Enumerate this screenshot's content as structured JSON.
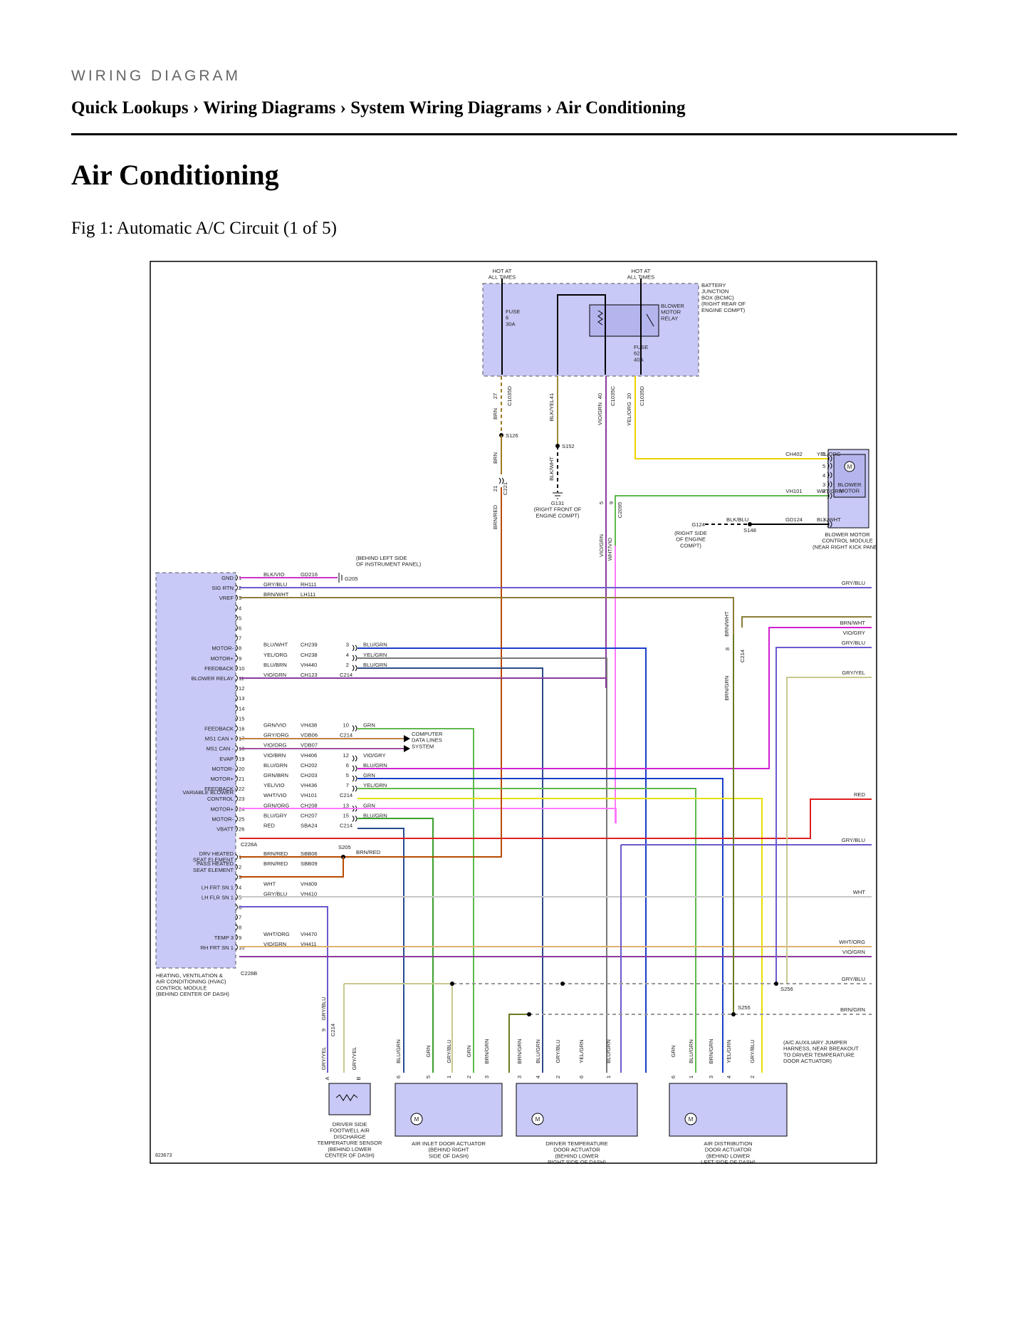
{
  "header": {
    "kicker": "WIRING DIAGRAM"
  },
  "breadcrumb": [
    "Quick Lookups",
    "Wiring Diagrams",
    "System Wiring Diagrams",
    "Air Conditioning"
  ],
  "breadcrumb_separator": "›",
  "page_title": "Air Conditioning",
  "figure_caption": "Fig 1: Automatic A/C Circuit (1 of 5)",
  "diagram": {
    "figure_id": "823673",
    "colors": {
      "panel_fill": "#c9c9f7",
      "GRY/BLU": "#6a5acd",
      "BRN/WHT": "#8b7d3a",
      "BLU/WHT": "#1e40ff",
      "YEL/ORG": "#f0d000",
      "BLU/BRN": "#2b4a8a",
      "VIO/GRN": "#8a3a9a",
      "GRN": "#5fb84a",
      "VIO/BRN": "#cc33cc",
      "BLU/GRN": "#1a3cc8",
      "GRN/BRN": "#3a8a2a",
      "YEL/VIO": "#e6e000",
      "WHT/VIO": "#ff77ff",
      "GRN/ORG": "#3aa02a",
      "BLU/GRY": "#274a90",
      "RED": "#e02020",
      "BRN/RED": "#b84a00",
      "WHT": "#c8c8c8",
      "WHT/ORG": "#e0b070",
      "VIO/GRY": "#d020d0",
      "GRY/YEL": "#c8c890",
      "BRN/GRN": "#6a7a20",
      "BRN": "#a07a20",
      "BLK/YEL": "#9a8a30",
      "BLK": "#222222"
    },
    "bjb": {
      "hot1": "HOT AT\nALL TIMES",
      "hot2": "HOT AT\nALL TIMES",
      "label": "BATTERY\nJUNCTION\nBOX (BCMC)\n(RIGHT REAR OF\nENGINE COMPT)",
      "fuse6": "FUSE\n6\n30A",
      "fuse62": "FUSE\n62\n40A",
      "relay": "BLOWER\nMOTOR\nRELAY",
      "pins": [
        "27",
        "41",
        "40",
        "20"
      ],
      "connectors": [
        "C1035D",
        "C1035C",
        "C1035D"
      ]
    },
    "upper": {
      "wires": [
        "BRN",
        "BLK/YEL",
        "VIO/GRN",
        "YEL/ORG",
        "BRN",
        "BLK/WHT",
        "BRN/RED",
        "VIO/GRN",
        "WHT/VIO"
      ],
      "splices": [
        "S126",
        "S152",
        "S148"
      ],
      "c221": [
        "21",
        "C221"
      ],
      "g131": "G131\n(RIGHT FRONT OF\nENGINE COMPT)",
      "g124": "G124",
      "g124_note": "(RIGHT SIDE\nOF ENGINE\nCOMPT)",
      "c2095": [
        "5",
        "9",
        "C2095"
      ],
      "blower_circuits": [
        {
          "circuit": "CH402",
          "wire": "YEL/ORG",
          "pin": "6"
        },
        {
          "circuit": "VH101",
          "wire": "WHT/GRN",
          "pin": "2"
        },
        {
          "circuit": "GD124",
          "wire": "BLK/WHT",
          "pin": "1"
        },
        {
          "wire": "BLK/BLU"
        }
      ],
      "blower_extra_pins": [
        "5",
        "4",
        "3"
      ],
      "blower_motor": "BLOWER\nMOTOR",
      "blower_module": "BLOWER MOTOR\nCONTROL MODULE\n(NEAR RIGHT KICK PANEL)"
    },
    "hvac": {
      "functions": {
        "1": "GND",
        "2": "SIG RTN",
        "3": "VREF",
        "8": "MOTOR-",
        "9": "MOTOR+",
        "10": "FEEDBACK",
        "11": "BLOWER RELAY",
        "16": "FEEDBACK",
        "17": "MS1 CAN +",
        "18": "MS1 CAN -",
        "19": "EVAP",
        "20": "MOTOR-",
        "21": "MOTOR+",
        "22": "FEEDBACK",
        "23": "VARIABLE BLOWER\nCONTROL",
        "24": "MOTOR+",
        "25": "MOTOR-",
        "26": "VBATT"
      },
      "b_functions": {
        "1": "DRV HEATED\nSEAT ELEMENT",
        "2": "PASS HEATED\nSEAT ELEMENT",
        "4": "LH FRT SN 1",
        "5": "LH FLR SN 1",
        "9": "TEMP 3",
        "10": "RH FRT SN 1"
      },
      "rows_a": [
        {
          "pin": "1",
          "wire": "BLK/VIO",
          "circuit": "GD216"
        },
        {
          "pin": "2",
          "wire": "GRY/BLU",
          "circuit": "RH111"
        },
        {
          "pin": "3",
          "wire": "BRN/WHT",
          "circuit": "LH111"
        },
        {
          "pin": "4"
        },
        {
          "pin": "5"
        },
        {
          "pin": "6"
        },
        {
          "pin": "7"
        },
        {
          "pin": "8",
          "wire": "BLU/WHT",
          "circuit": "CH239",
          "c214": "3",
          "wire2": "BLU/GRN"
        },
        {
          "pin": "9",
          "wire": "YEL/ORG",
          "circuit": "CH238",
          "c214": "4",
          "wire2": "YEL/GRN"
        },
        {
          "pin": "10",
          "wire": "BLU/BRN",
          "circuit": "VH440",
          "c214": "2",
          "wire2": "BLU/GRN"
        },
        {
          "pin": "11",
          "wire": "VIO/GRN",
          "circuit": "CH123",
          "c214label": "C214"
        },
        {
          "pin": "12"
        },
        {
          "pin": "13"
        },
        {
          "pin": "14"
        },
        {
          "pin": "15"
        },
        {
          "pin": "16",
          "wire": "GRN/VIO",
          "circuit": "VH438",
          "c214": "10",
          "wire2": "GRN"
        },
        {
          "pin": "17",
          "wire": "GRY/ORG",
          "circuit": "VDB06",
          "c214label": "C214"
        },
        {
          "pin": "18",
          "wire": "VIO/ORG",
          "circuit": "VDB07"
        },
        {
          "pin": "19",
          "wire": "VIO/BRN",
          "circuit": "VH406",
          "c214": "12",
          "wire2": "VIO/GRY"
        },
        {
          "pin": "20",
          "wire": "BLU/GRN",
          "circuit": "CH202",
          "c214": "6",
          "wire2": "BLU/GRN"
        },
        {
          "pin": "21",
          "wire": "GRN/BRN",
          "circuit": "CH203",
          "c214": "5",
          "wire2": "GRN"
        },
        {
          "pin": "22",
          "wire": "YEL/VIO",
          "circuit": "VH436",
          "c214": "7",
          "wire2": "YEL/GRN"
        },
        {
          "pin": "23",
          "wire": "WHT/VIO",
          "circuit": "VH101",
          "c214label": "C214"
        },
        {
          "pin": "24",
          "wire": "GRN/ORG",
          "circuit": "CH208",
          "c214": "13",
          "wire2": "GRN"
        },
        {
          "pin": "25",
          "wire": "BLU/GRY",
          "circuit": "CH207",
          "c214": "15",
          "wire2": "BLU/GRN"
        },
        {
          "pin": "26",
          "wire": "RED",
          "circuit": "SBA24",
          "c214label": "C214"
        }
      ],
      "c228a": "C228A",
      "rows_b": [
        {
          "pin": "1",
          "wire": "BRN/RED",
          "circuit": "SBB06"
        },
        {
          "pin": "2",
          "wire": "BRN/RED",
          "circuit": "SBB09"
        },
        {
          "pin": "3"
        },
        {
          "pin": "4",
          "wire": "WHT",
          "circuit": "VH409"
        },
        {
          "pin": "5",
          "wire": "GRY/BLU",
          "circuit": "VH410"
        },
        {
          "pin": "6"
        },
        {
          "pin": "7"
        },
        {
          "pin": "8"
        },
        {
          "pin": "9",
          "wire": "WHT/ORG",
          "circuit": "VH470"
        },
        {
          "pin": "10",
          "wire": "VIO/GRN",
          "circuit": "VH411"
        }
      ],
      "c228b": "C228B",
      "module_label": "HEATING, VENTILATION &\nAIR CONDITIONING (HVAC)\nCONTROL MODULE\n(BEHIND CENTER OF DASH)",
      "g205": "G205",
      "g205_note": "(BEHIND LEFT SIDE\nOF INSTRUMENT PANEL)",
      "can_note": "COMPUTER\nDATA LINES\nSYSTEM",
      "s205": "S205",
      "s205_wire": "BRN/RED"
    },
    "offpage": [
      {
        "n": "1",
        "wire": "GRY/BLU"
      },
      {
        "n": "2",
        "wire": "BRN/WHT"
      },
      {
        "n": "3",
        "wire": "VIO/GRY"
      },
      {
        "n": "4",
        "wire": "GRY/BLU"
      },
      {
        "n": "5",
        "wire": "GRY/YEL"
      },
      {
        "n": "6",
        "wire": "RED"
      },
      {
        "n": "7",
        "wire": "GRY/BLU"
      },
      {
        "n": "8",
        "wire": "WHT"
      },
      {
        "n": "9",
        "wire": "WHT/ORG"
      },
      {
        "n": "10",
        "wire": "VIO/GRN"
      },
      {
        "n": "11",
        "wire": "GRY/BLU"
      },
      {
        "n": "12",
        "wire": "BRN/GRN"
      }
    ],
    "c214_vertical": {
      "pin": "8",
      "label": "C214",
      "wire_up": "BRN/WHT",
      "wire_down": "BRN/GRN"
    },
    "splices_lower": [
      "S256",
      "S255"
    ],
    "jumper_note": "(A/C AUXILIARY JUMPER\nHARNESS, NEAR BREAKOUT\nTO DRIVER TEMPERATURE\nDOOR ACTUATOR)",
    "sensor": {
      "label": "DRIVER SIDE\nFOOTWELL AIR\nDISCHARGE\nTEMPERATURE SENSOR\n(BEHIND LOWER\nCENTER OF DASH)",
      "wires": [
        "GRY/BLU",
        "GRY/YEL",
        "GRY/YEL"
      ],
      "pins": [
        "A",
        "B"
      ],
      "c214": [
        "9",
        "C214"
      ]
    },
    "actuators": [
      {
        "label": "AIR INLET DOOR ACTUATOR\n(BEHIND RIGHT\nSIDE OF DASH)",
        "wires": [
          "BLU/GRN",
          "GRN",
          "GRY/BLU",
          "GRN",
          "BRN/GRN"
        ],
        "pins": [
          "6",
          "5",
          "1",
          "2",
          "3"
        ]
      },
      {
        "label": "DRIVER TEMPERATURE\nDOOR ACTUATOR\n(BEHIND LOWER\nRIGHT SIDE OF DASH)",
        "wires": [
          "BRN/GRN",
          "BLU/GRN",
          "GRY/BLU",
          "YEL/GRN",
          "BLU/GRN"
        ],
        "pins": [
          "3",
          "4",
          "2",
          "6",
          "1"
        ]
      },
      {
        "label": "AIR DISTRIBUTION\nDOOR ACTUATOR\n(BEHIND LOWER\nLEFT SIDE OF DASH)",
        "wires": [
          "GRN",
          "BLU/GRN",
          "BRN/GRN",
          "YEL/GRN",
          "GRY/BLU"
        ],
        "pins": [
          "6",
          "1",
          "3",
          "4",
          "2"
        ]
      }
    ]
  }
}
